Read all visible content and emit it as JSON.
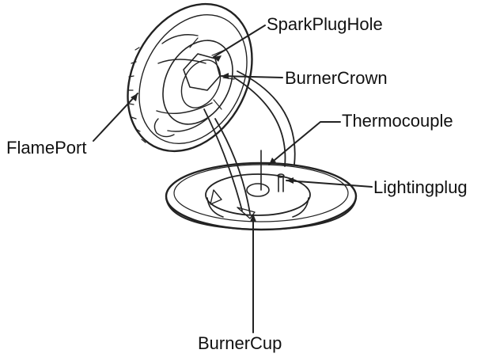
{
  "labels": {
    "spark_plug_hole": "SparkPlugHole",
    "burner_crown": "BurnerCrown",
    "flame_port": "FlamePort",
    "thermocouple": "Thermocouple",
    "lighting_plug": "Lightingplug",
    "burner_cup": "BurnerCup"
  },
  "colors": {
    "ink": "#222222",
    "background": "#ffffff"
  }
}
